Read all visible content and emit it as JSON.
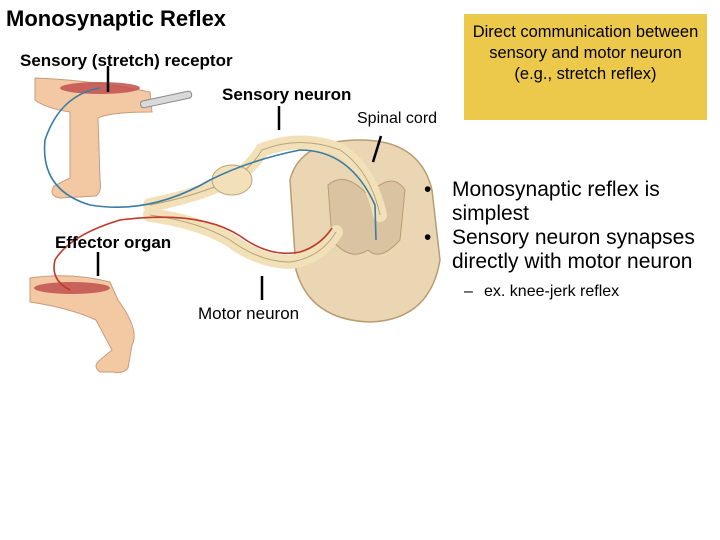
{
  "title": "Monosynaptic Reflex",
  "labels": {
    "receptor": "Sensory (stretch) receptor",
    "sensory_neuron": "Sensory neuron",
    "spinal_cord": "Spinal cord",
    "effector": "Effector organ",
    "motor_neuron": "Motor neuron"
  },
  "callout": "Direct communication between sensory and motor neuron (e.g., stretch reflex)",
  "bullets": [
    "Monosynaptic reflex is simplest",
    "Sensory neuron synapses directly with motor neuron"
  ],
  "sub_bullet": "ex. knee-jerk reflex",
  "colors": {
    "callout_bg": "#ecc94b",
    "neuron": "#f2e0b8",
    "neuron_outline": "#b8a47a",
    "spinal_cord": "#ead6b2",
    "skin": "#f3c9a4",
    "muscle": "#c0504d",
    "nerve_blue": "#3a7ca5",
    "nerve_red": "#c0392b"
  }
}
